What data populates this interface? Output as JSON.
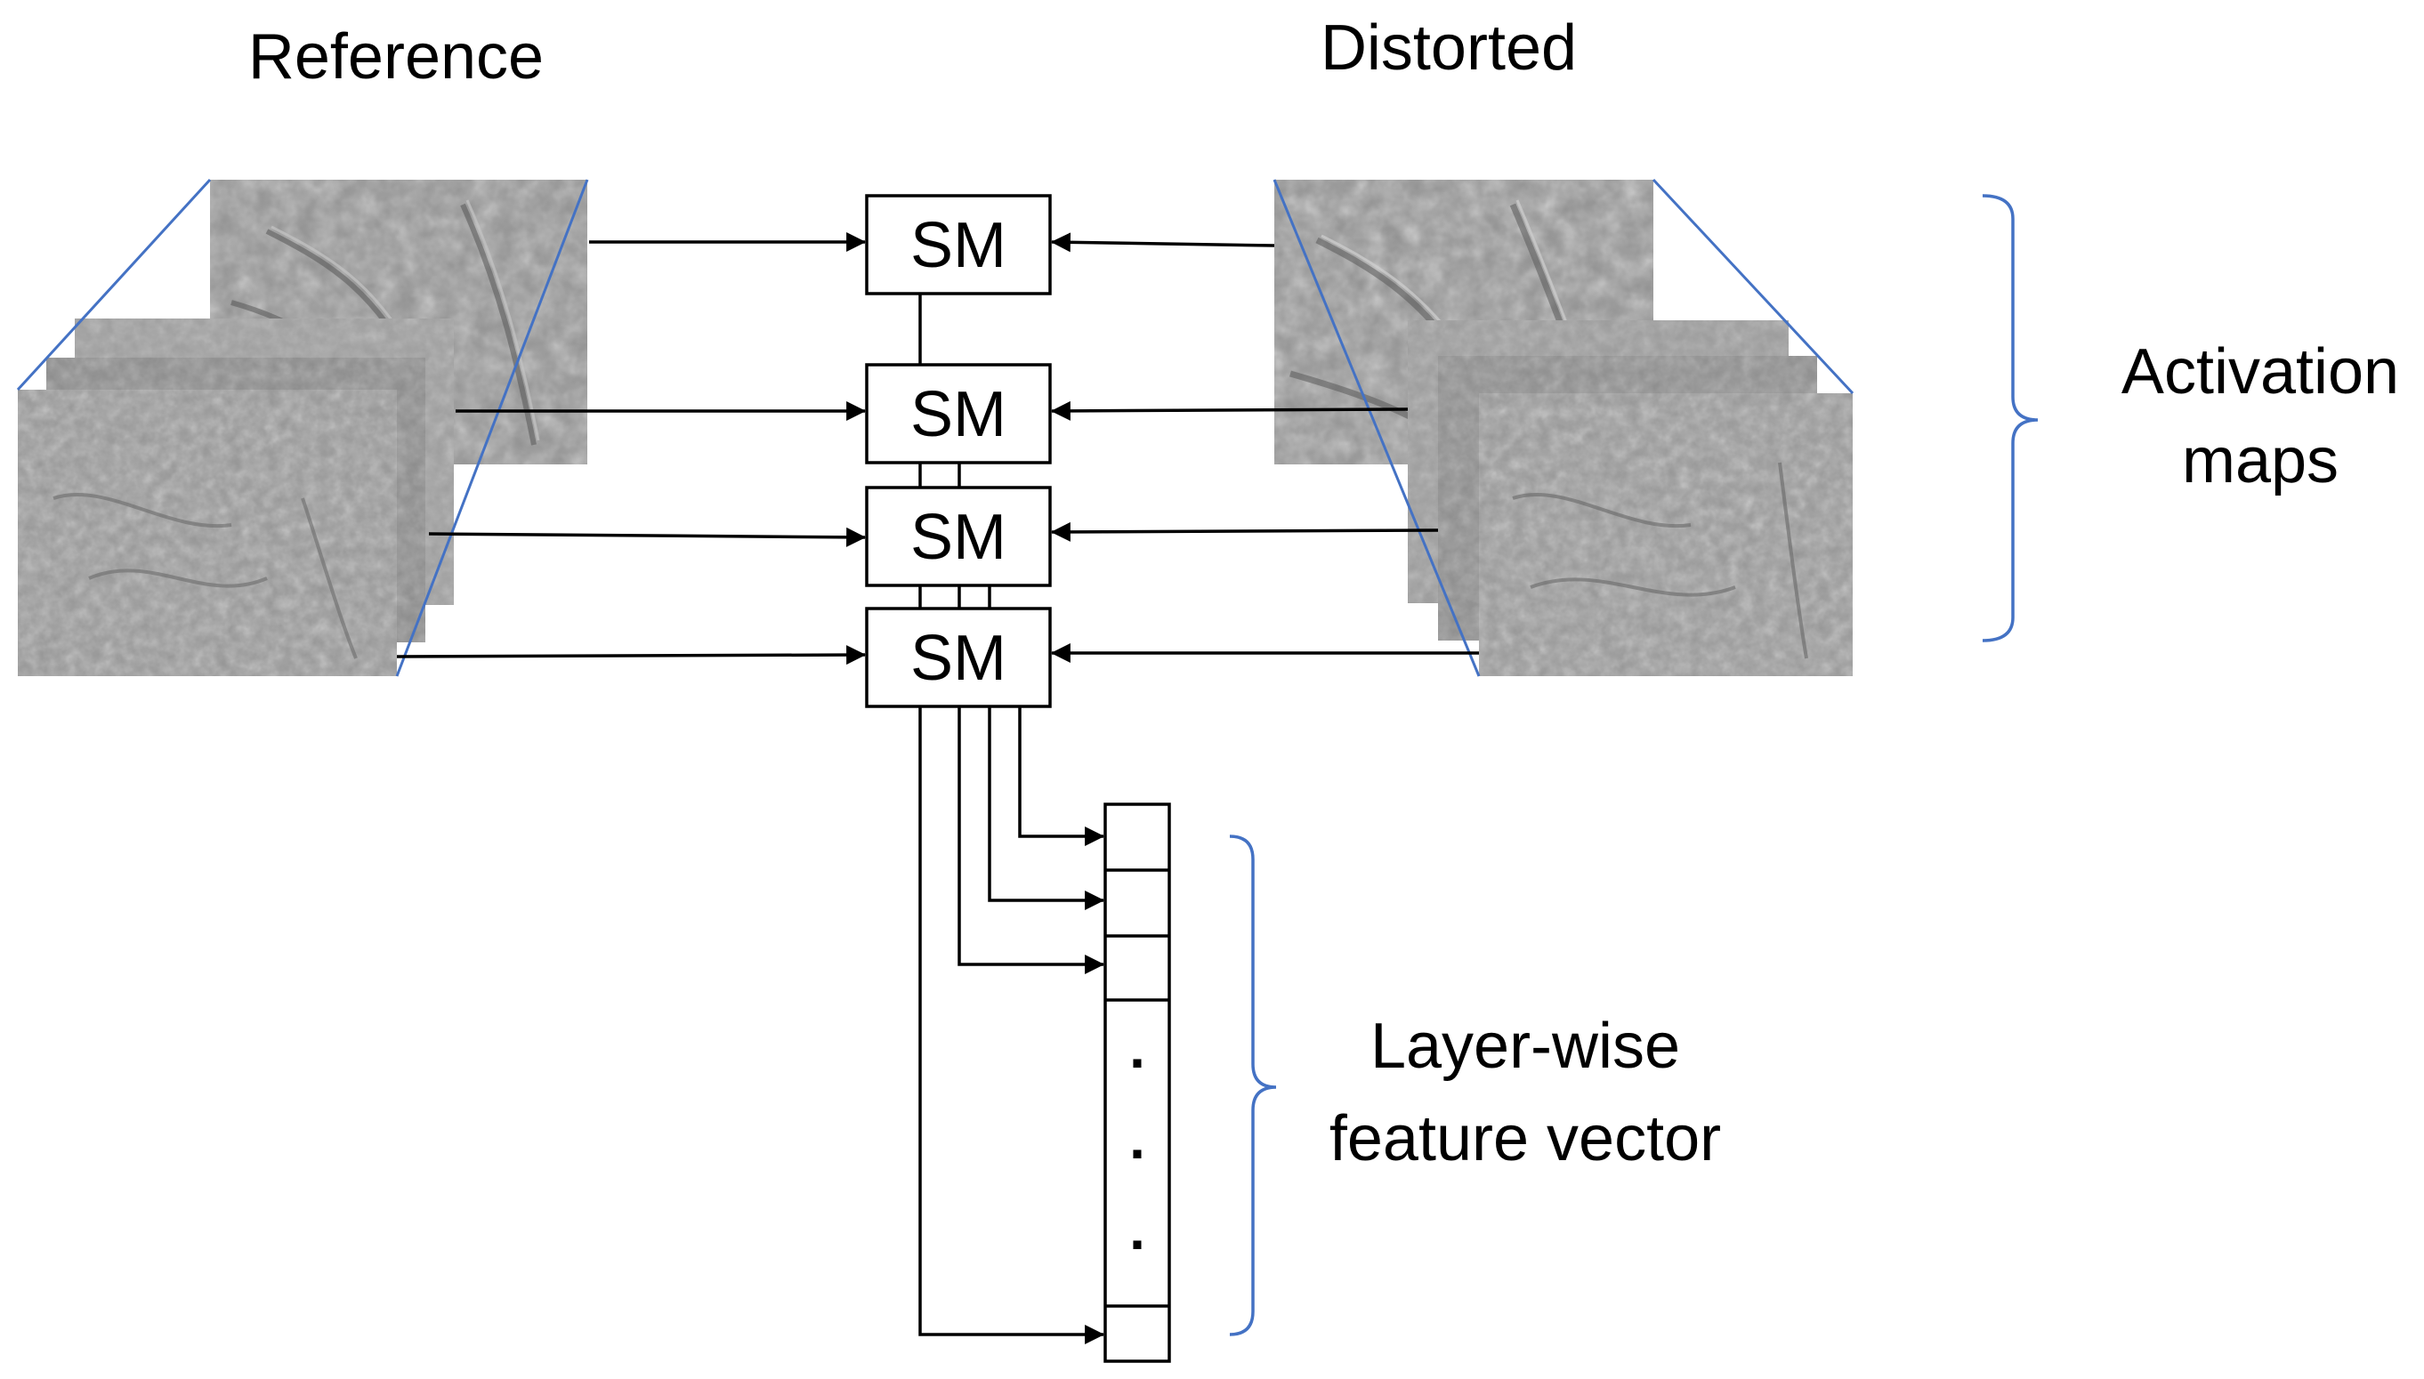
{
  "headings": {
    "reference": "Reference",
    "distorted": "Distorted"
  },
  "modules": [
    {
      "label": "SM"
    },
    {
      "label": "SM"
    },
    {
      "label": "SM"
    },
    {
      "label": "SM"
    }
  ],
  "brackets": {
    "activation_line1": "Activation",
    "activation_line2": "maps",
    "feature_line1": "Layer-wise",
    "feature_line2": "feature vector"
  },
  "vector": {
    "ellipsis": [
      ".",
      ".",
      "."
    ]
  },
  "colors": {
    "accent": "#4472c4",
    "map_fill": "#8f8f8f",
    "map_fill_light": "#9c9c9c",
    "map_fill_dark": "#7d7d7d",
    "line": "#000000"
  }
}
